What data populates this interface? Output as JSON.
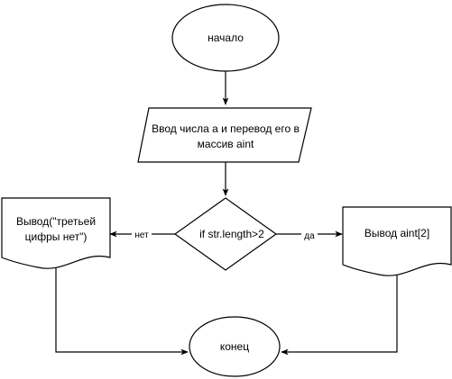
{
  "nodes": {
    "start": {
      "text": "начало"
    },
    "input": {
      "line1": "Ввод числа а и перевод его в",
      "line2": "массив aint"
    },
    "decision": {
      "text": "if  str.length>2"
    },
    "output_no": {
      "line1": "Вывод(\"третьей",
      "line2": "цифры нет\")"
    },
    "output_yes": {
      "text": "Вывод aint[2]"
    },
    "end": {
      "text": "конец"
    }
  },
  "edges": {
    "no_label": "нет",
    "yes_label": "да"
  }
}
